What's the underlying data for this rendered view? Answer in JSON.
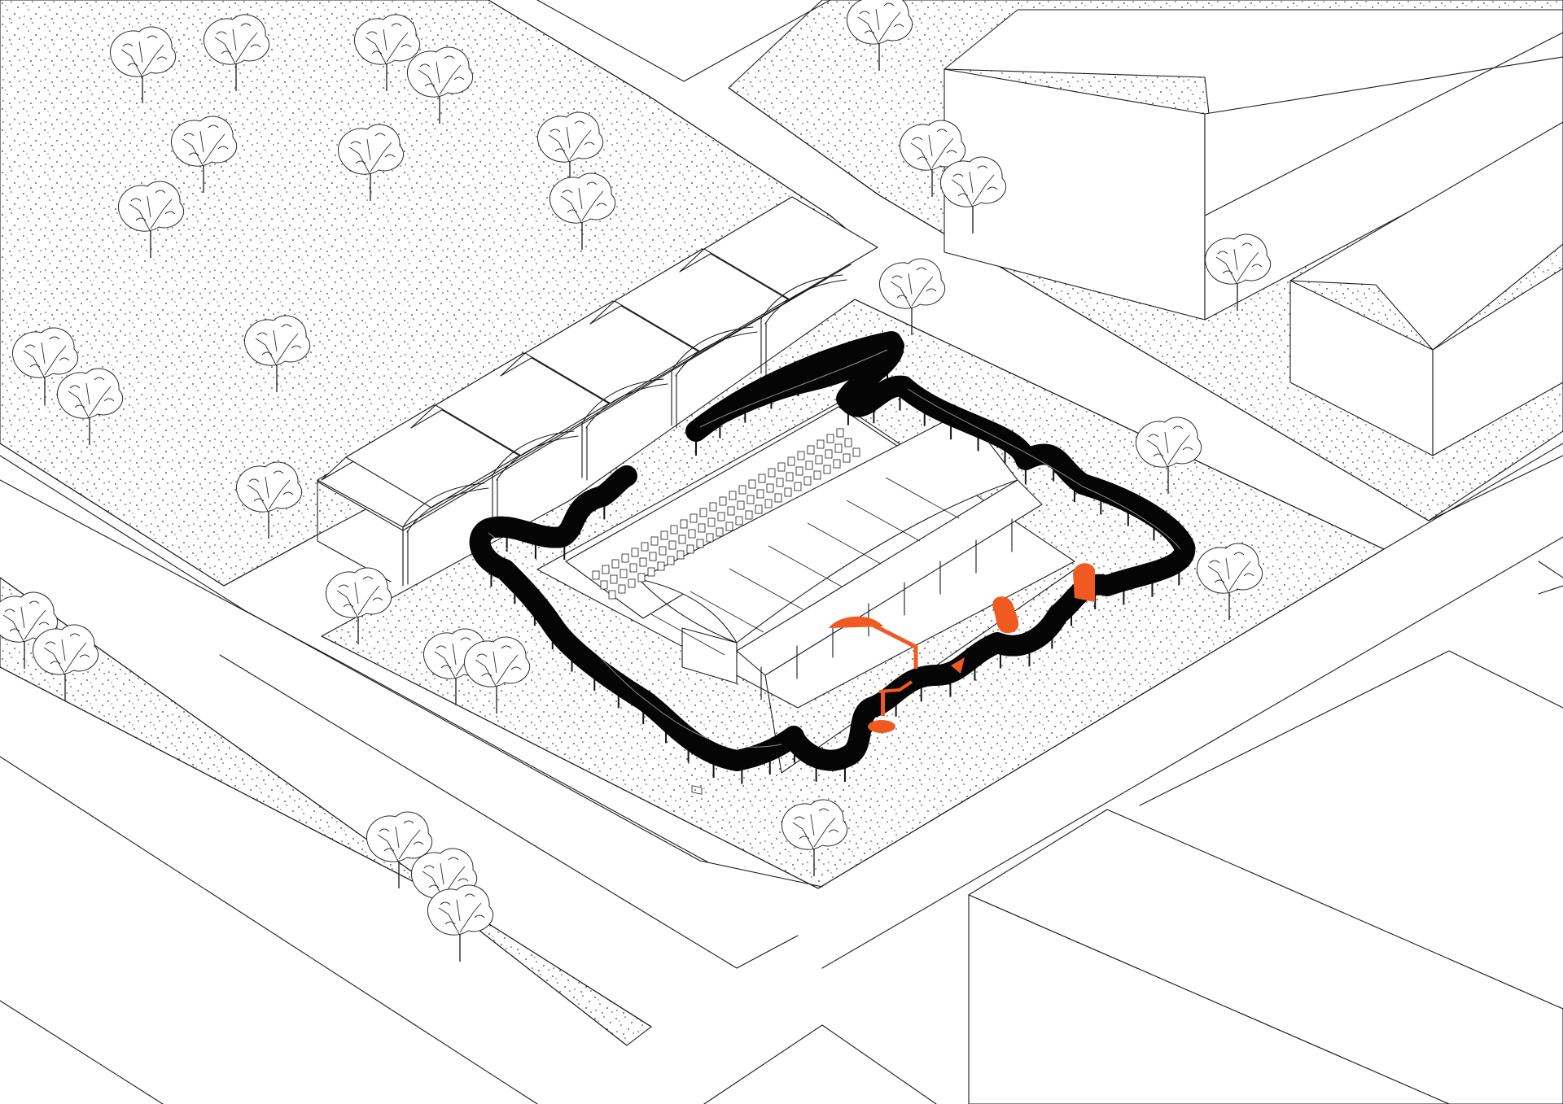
{
  "drawing": {
    "style": "axonometric line drawing",
    "colors": {
      "line": "#1a1a1a",
      "background": "#ffffff",
      "ribbon": "#050505",
      "accent": "#f05a22"
    },
    "elements": {
      "trees": "tree-icon",
      "ribbon_structure": "ribbon-canopy",
      "hall": "arched-roof-hall",
      "arcade": "vaulted-arcade",
      "accent_objects": "orange-installation"
    }
  }
}
